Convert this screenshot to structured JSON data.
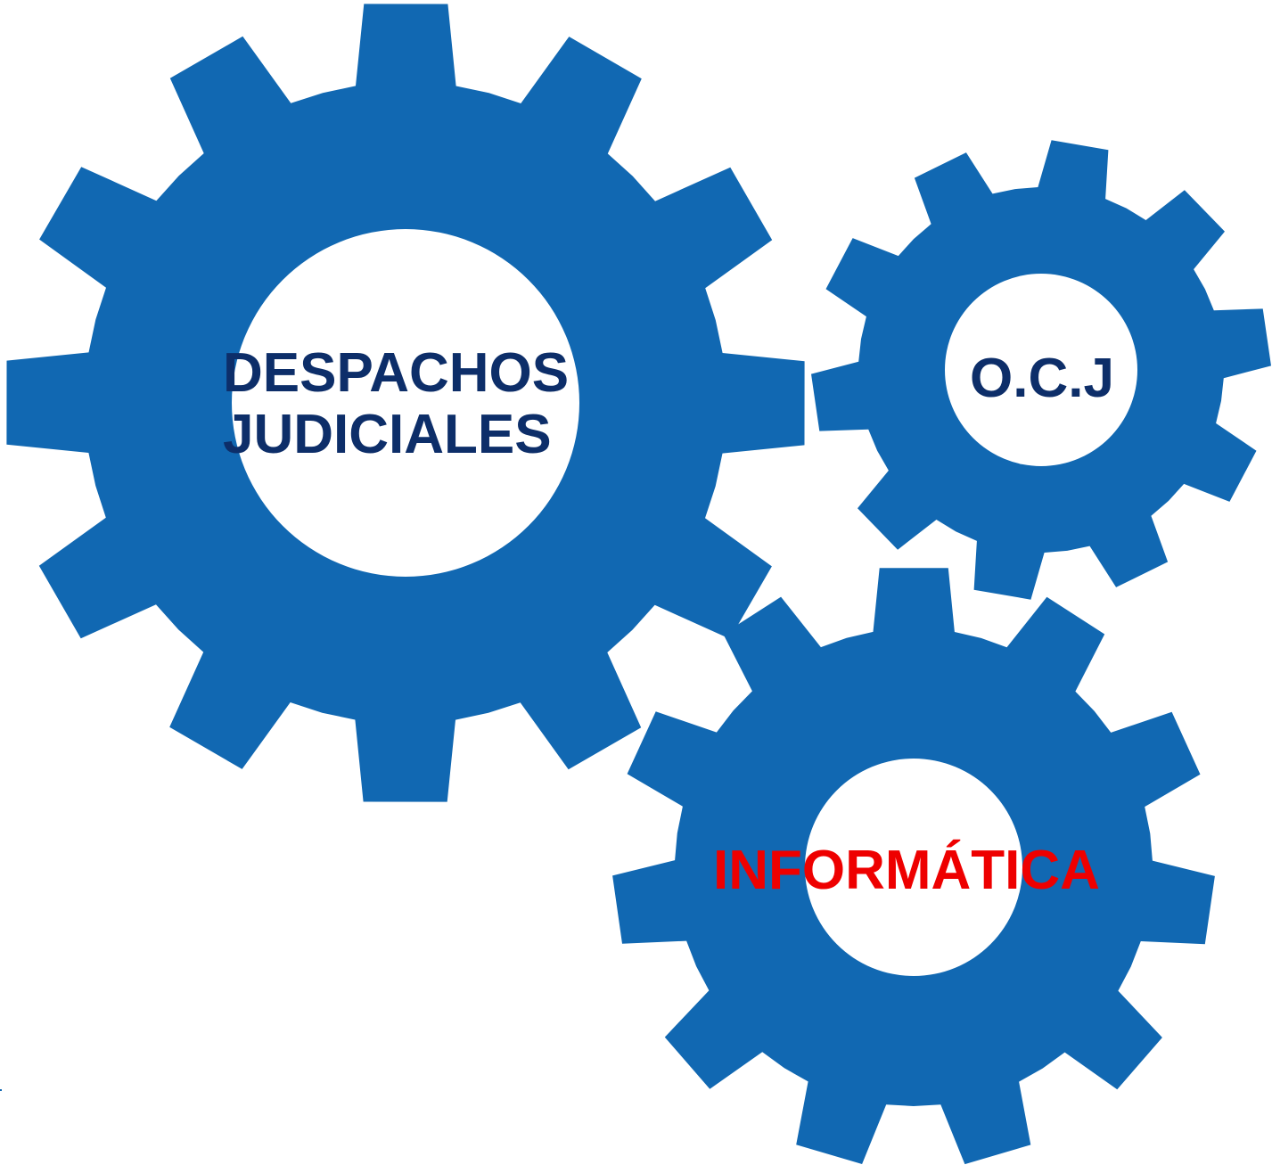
{
  "colors": {
    "gear_fill": "#1168b2",
    "hole_fill": "#ffffff",
    "label_dark": "#0d2e69",
    "label_red": "#ee0000",
    "background": "#ffffff"
  },
  "gears": {
    "despachos": {
      "label_line1": "DESPACHOS",
      "label_line2": "JUDICIALES"
    },
    "ocj": {
      "label": "O.C.J"
    },
    "informatica": {
      "label": "INFORMÁTICA"
    }
  }
}
